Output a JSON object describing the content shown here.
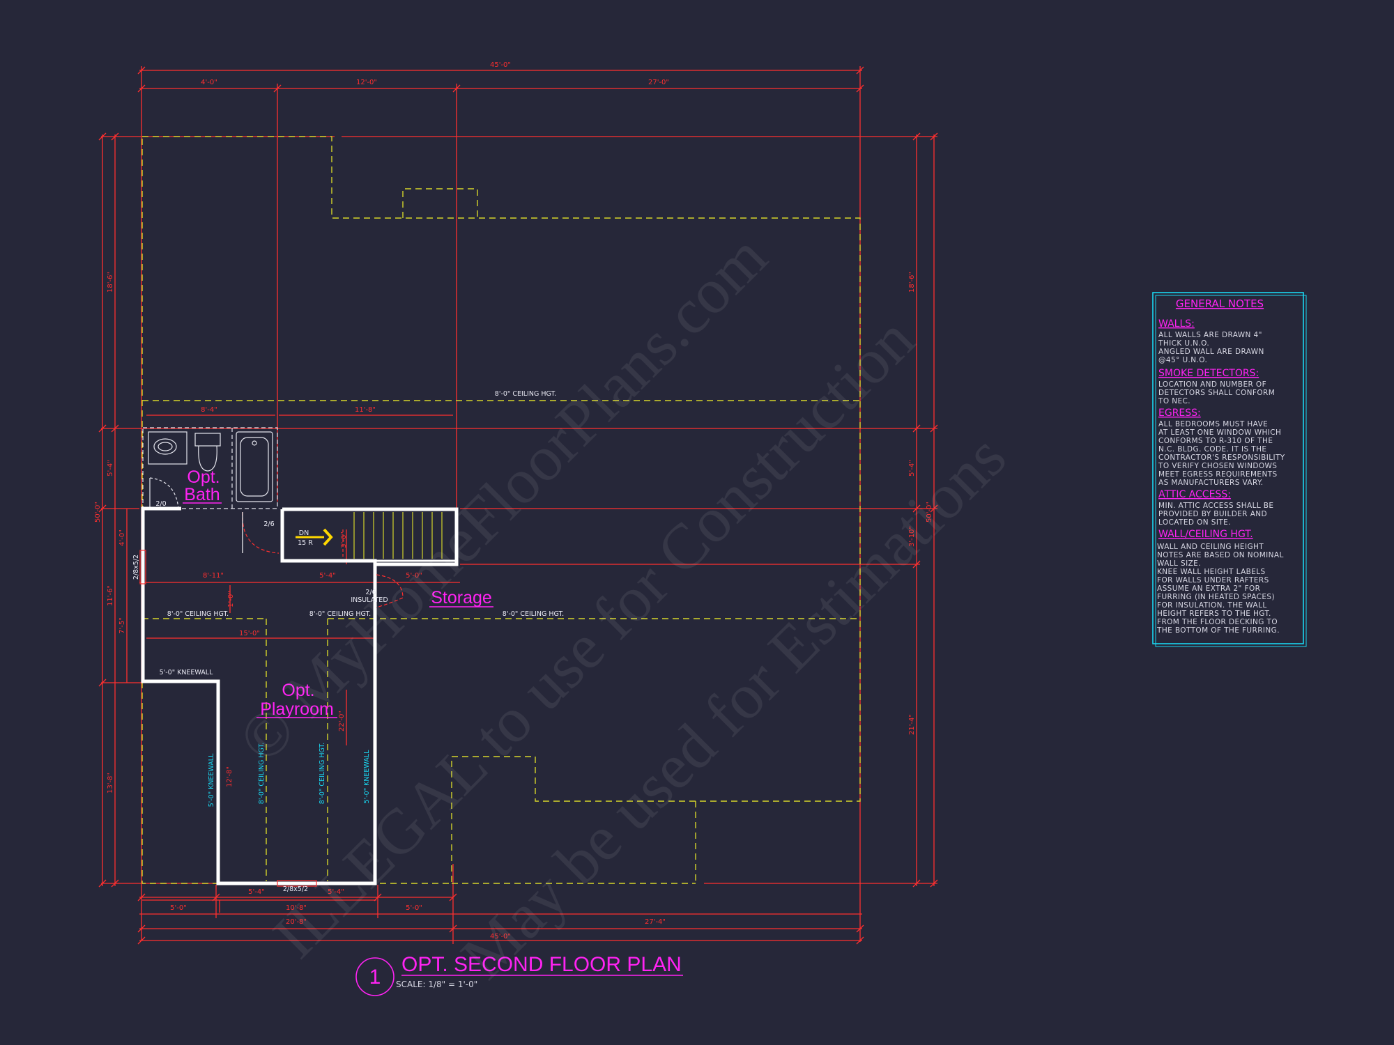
{
  "watermark": {
    "line1": "© MyHomeFloorPlans.com",
    "line2": "ILLEGAL to use for Construction",
    "line3": "May be used for Estimations"
  },
  "colors": {
    "background": "#262739",
    "dimension": "#ff2f2f",
    "wall": "#ffffff",
    "roof_outline": "#d5d52a",
    "label": "#ff23f3",
    "notes_border": "#19d6f0"
  },
  "dimensions": {
    "top_overall": "45'-0\"",
    "top_seg1": "4'-0\"",
    "top_seg2": "12'-0\"",
    "top_seg3": "27'-0\"",
    "bottom_overall": "45'-0\"",
    "bottom_left_total": "20'-8\"",
    "bottom_right": "27'-4\"",
    "bottom_seg1": "5'-0\"",
    "bottom_seg2": "10'-8\"",
    "bottom_seg3": "5'-0\"",
    "bottom_inner1": "5'-4\"",
    "bottom_inner2": "5'-4\"",
    "left_overall": "50'-0\"",
    "left_top": "18'-6\"",
    "left_mid": "5'-4\"",
    "left_bottom": "13'-8\"",
    "left_inner_a": "4'-0\"",
    "left_inner_b": "11'-6\"",
    "left_inner_c": "7'-5\"",
    "right_overall": "50'-0\"",
    "right_top": "18'-6\"",
    "right_mid": "5'-4\"",
    "right_mid2": "3'-10\"",
    "right_bottom": "21'-4\"",
    "bath_w": "8'-4\"",
    "bath_w2": "11'-8\"",
    "hall_w": "8'-11\"",
    "stair_w": "5'-4\"",
    "stair_w2": "5'-0\"",
    "play_w": "15'-0\"",
    "play_h": "22'-0\"",
    "play_h2": "12'-8\"",
    "v_small": "1'-0\"",
    "stair_h": "3'-6\""
  },
  "labels": {
    "ceiling_8_top": "8'-0\" CEILING HGT.",
    "ceiling_8_a": "8'-0\" CEILING HGT.",
    "ceiling_8_b": "8'-0\" CEILING HGT.",
    "ceiling_8_c": "8'-0\" CEILING HGT.",
    "kneewall_h": "5'-0\" KNEEWALL",
    "kneewall_v1": "5'-0\" KNEEWALL",
    "kneewall_v2": "5'-0\" KNEEWALL",
    "ceiling_v1": "8'-0\" CEILING HGT.",
    "ceiling_v2": "8'-0\" CEILING HGT.",
    "door_bath": "2/0",
    "door_hall": "2/6",
    "door_left": "2/8x5/2",
    "door_bottom": "2/8x5/2",
    "door_storage_a": "2/6",
    "door_storage_b": "INSULATED",
    "stair_dn": "DN",
    "stair_r": "15 R"
  },
  "rooms": {
    "bath_line1": "Opt.",
    "bath_line2": "Bath",
    "play_line1": "Opt.",
    "play_line2": "Playroom",
    "storage": "Storage"
  },
  "title_block": {
    "number": "1",
    "title": "OPT. SECOND FLOOR PLAN",
    "scale": "SCALE: 1/8\" = 1'-0\""
  },
  "general_notes": {
    "title": "GENERAL NOTES",
    "sections": [
      {
        "heading": "WALLS:",
        "lines": [
          "ALL WALLS ARE DRAWN 4\"",
          "THICK U.N.O.",
          "ANGLED WALL ARE DRAWN",
          "@45° U.N.O."
        ]
      },
      {
        "heading": "SMOKE DETECTORS:",
        "lines": [
          "LOCATION AND NUMBER OF",
          "DETECTORS SHALL CONFORM",
          "TO NEC."
        ]
      },
      {
        "heading": "EGRESS:",
        "lines": [
          "ALL BEDROOMS MUST HAVE",
          "AT LEAST ONE WINDOW WHICH",
          "CONFORMS TO R-310 OF THE",
          "N.C. BLDG. CODE. IT IS THE",
          "CONTRACTOR'S RESPONSIBILITY",
          "TO VERIFY CHOSEN WINDOWS",
          "MEET EGRESS REQUIREMENTS",
          "AS MANUFACTURERS VARY."
        ]
      },
      {
        "heading": "ATTIC ACCESS:",
        "lines": [
          "MIN. ATTIC ACCESS SHALL BE",
          "PROVIDED BY BUILDER AND",
          "LOCATED ON SITE."
        ]
      },
      {
        "heading": "WALL/CEILING HGT.",
        "lines": [
          "WALL AND CEILING HEIGHT",
          "NOTES ARE BASED ON NOMINAL",
          "WALL SIZE.",
          "KNEE WALL HEIGHT LABELS",
          "FOR WALLS UNDER RAFTERS",
          "ASSUME AN EXTRA 2\" FOR",
          "FURRING (IN HEATED SPACES)",
          "FOR INSULATION. THE WALL",
          "HEIGHT REFERS TO THE HGT.",
          "FROM THE FLOOR DECKING TO",
          "THE BOTTOM OF THE FURRING."
        ]
      }
    ]
  }
}
